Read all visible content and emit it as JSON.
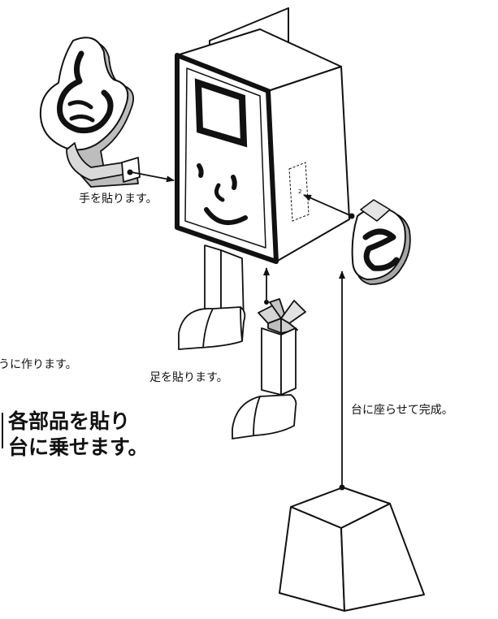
{
  "labels": {
    "hand": "手を貼ります。",
    "partial": "うに作ります。",
    "foot": "足を貼ります。",
    "stand": "台に座らせて完成。"
  },
  "title": {
    "line1": "各部品を貼り",
    "line2": "台に乗せます。"
  },
  "panel_number": "2",
  "colors": {
    "ink": "#111111",
    "paper": "#ffffff",
    "shade": "#cfcfcf",
    "dark_shade": "#9a9a9a"
  }
}
